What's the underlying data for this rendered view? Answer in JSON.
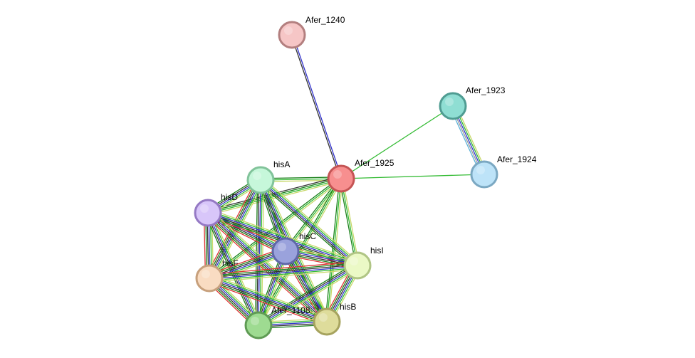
{
  "network": {
    "nodes": [
      {
        "id": "Afer_1240",
        "label": "Afer_1240",
        "fill": "#f6c6c6",
        "stroke": "#b37f7f"
      },
      {
        "id": "Afer_1923",
        "label": "Afer_1923",
        "fill": "#8fded3",
        "stroke": "#4f9c92"
      },
      {
        "id": "Afer_1924",
        "label": "Afer_1924",
        "fill": "#bde3f8",
        "stroke": "#7ba8c2"
      },
      {
        "id": "Afer_1925",
        "label": "Afer_1925",
        "fill": "#f78f8f",
        "stroke": "#c45454"
      },
      {
        "id": "hisA",
        "label": "hisA",
        "fill": "#c6f7da",
        "stroke": "#81c39a"
      },
      {
        "id": "hisD",
        "label": "hisD",
        "fill": "#d8c6f9",
        "stroke": "#9579c4"
      },
      {
        "id": "hisC",
        "label": "hisC",
        "fill": "#9aa2dc",
        "stroke": "#5f67a8"
      },
      {
        "id": "hisI",
        "label": "hisI",
        "fill": "#ebf9c6",
        "stroke": "#b0c585"
      },
      {
        "id": "hisF",
        "label": "hisF",
        "fill": "#f9dcc2",
        "stroke": "#c7a07c"
      },
      {
        "id": "Afer_1108",
        "label": "Afer_1108",
        "fill": "#9edb91",
        "stroke": "#5f9b54"
      },
      {
        "id": "hisB",
        "label": "hisB",
        "fill": "#dedc9b",
        "stroke": "#a6a35e"
      }
    ],
    "edges": [
      {
        "from": "Afer_1240",
        "to": "Afer_1925",
        "colors": [
          "#3333cc",
          "#333333"
        ]
      },
      {
        "from": "Afer_1923",
        "to": "Afer_1925",
        "colors": [
          "#33bb33"
        ]
      },
      {
        "from": "Afer_1924",
        "to": "Afer_1925",
        "colors": [
          "#33bb33"
        ]
      },
      {
        "from": "Afer_1923",
        "to": "Afer_1924",
        "colors": [
          "#c8d86a",
          "#33bb33",
          "#3333cc",
          "#999999",
          "#5fb3d9"
        ]
      },
      {
        "from": "Afer_1925",
        "to": "hisA",
        "colors": [
          "#c8d86a",
          "#33bb33",
          "#1a7f1a"
        ]
      },
      {
        "from": "Afer_1925",
        "to": "hisD",
        "colors": [
          "#c8d86a",
          "#33bb33",
          "#1a7f1a",
          "#333333"
        ]
      },
      {
        "from": "Afer_1925",
        "to": "hisC",
        "colors": [
          "#c8d86a",
          "#33bb33",
          "#1a7f1a"
        ]
      },
      {
        "from": "Afer_1925",
        "to": "hisI",
        "colors": [
          "#c8d86a",
          "#33bb33",
          "#1a7f1a"
        ]
      },
      {
        "from": "Afer_1925",
        "to": "hisF",
        "colors": [
          "#c8d86a",
          "#33bb33",
          "#1a7f1a"
        ]
      },
      {
        "from": "Afer_1925",
        "to": "Afer_1108",
        "colors": [
          "#c8d86a",
          "#33bb33",
          "#1a7f1a"
        ]
      },
      {
        "from": "Afer_1925",
        "to": "hisB",
        "colors": [
          "#c8d86a",
          "#33bb33",
          "#1a7f1a"
        ]
      },
      {
        "from": "hisA",
        "to": "hisD",
        "colors": [
          "#c8d86a",
          "#33bb33",
          "#3333cc",
          "#333333",
          "#1a7f1a"
        ]
      },
      {
        "from": "hisA",
        "to": "hisC",
        "colors": [
          "#c8d86a",
          "#33bb33",
          "#3333cc",
          "#333333",
          "#1a7f1a"
        ]
      },
      {
        "from": "hisA",
        "to": "hisI",
        "colors": [
          "#c8d86a",
          "#33bb33",
          "#3333cc",
          "#333333",
          "#1a7f1a"
        ]
      },
      {
        "from": "hisA",
        "to": "hisF",
        "colors": [
          "#c8d86a",
          "#33bb33",
          "#3333cc",
          "#333333",
          "#1a7f1a",
          "#dd3333"
        ]
      },
      {
        "from": "hisA",
        "to": "Afer_1108",
        "colors": [
          "#c8d86a",
          "#33bb33",
          "#3333cc",
          "#333333",
          "#1a7f1a"
        ]
      },
      {
        "from": "hisA",
        "to": "hisB",
        "colors": [
          "#c8d86a",
          "#33bb33",
          "#3333cc",
          "#333333",
          "#1a7f1a"
        ]
      },
      {
        "from": "hisD",
        "to": "hisC",
        "colors": [
          "#c8d86a",
          "#33bb33",
          "#3333cc",
          "#333333",
          "#1a7f1a",
          "#dd3333"
        ]
      },
      {
        "from": "hisD",
        "to": "hisI",
        "colors": [
          "#c8d86a",
          "#33bb33",
          "#3333cc",
          "#333333",
          "#1a7f1a",
          "#dd3333"
        ]
      },
      {
        "from": "hisD",
        "to": "hisF",
        "colors": [
          "#c8d86a",
          "#33bb33",
          "#3333cc",
          "#333333",
          "#1a7f1a",
          "#dd3333"
        ]
      },
      {
        "from": "hisD",
        "to": "Afer_1108",
        "colors": [
          "#c8d86a",
          "#33bb33",
          "#3333cc",
          "#333333",
          "#1a7f1a"
        ]
      },
      {
        "from": "hisD",
        "to": "hisB",
        "colors": [
          "#c8d86a",
          "#33bb33",
          "#3333cc",
          "#333333",
          "#1a7f1a",
          "#dd3333"
        ]
      },
      {
        "from": "hisC",
        "to": "hisI",
        "colors": [
          "#c8d86a",
          "#33bb33",
          "#3333cc",
          "#333333",
          "#1a7f1a",
          "#dd3333"
        ]
      },
      {
        "from": "hisC",
        "to": "hisF",
        "colors": [
          "#c8d86a",
          "#33bb33",
          "#3333cc",
          "#333333",
          "#1a7f1a",
          "#dd3333"
        ]
      },
      {
        "from": "hisC",
        "to": "Afer_1108",
        "colors": [
          "#c8d86a",
          "#33bb33",
          "#3333cc",
          "#333333",
          "#1a7f1a"
        ]
      },
      {
        "from": "hisC",
        "to": "hisB",
        "colors": [
          "#c8d86a",
          "#33bb33",
          "#3333cc",
          "#333333",
          "#1a7f1a",
          "#dd3333"
        ]
      },
      {
        "from": "hisI",
        "to": "hisF",
        "colors": [
          "#c8d86a",
          "#33bb33",
          "#3333cc",
          "#333333",
          "#1a7f1a",
          "#dd3333"
        ]
      },
      {
        "from": "hisI",
        "to": "Afer_1108",
        "colors": [
          "#c8d86a",
          "#33bb33",
          "#3333cc",
          "#333333",
          "#1a7f1a"
        ]
      },
      {
        "from": "hisI",
        "to": "hisB",
        "colors": [
          "#c8d86a",
          "#33bb33",
          "#3333cc",
          "#333333",
          "#1a7f1a",
          "#dd3333"
        ]
      },
      {
        "from": "hisF",
        "to": "Afer_1108",
        "colors": [
          "#c8d86a",
          "#33bb33",
          "#3333cc",
          "#333333",
          "#1a7f1a",
          "#dd3333"
        ]
      },
      {
        "from": "hisF",
        "to": "hisB",
        "colors": [
          "#c8d86a",
          "#33bb33",
          "#3333cc",
          "#333333",
          "#1a7f1a",
          "#dd3333"
        ]
      },
      {
        "from": "Afer_1108",
        "to": "hisB",
        "colors": [
          "#c8d86a",
          "#33bb33",
          "#3333cc",
          "#333333",
          "#1a7f1a"
        ]
      }
    ]
  }
}
